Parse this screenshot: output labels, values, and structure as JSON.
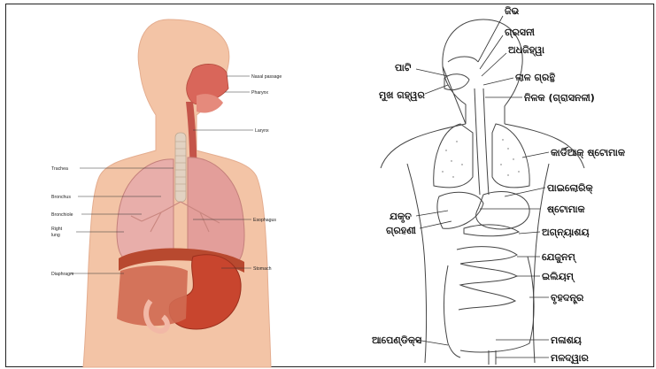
{
  "left_diagram": {
    "labels": {
      "nasal_passage": "Nasal passage",
      "pharynx": "Pharynx",
      "larynx": "Larynx",
      "trachea": "Trachea",
      "bronchus": "Bronchus",
      "bronchiole": "Bronchiole",
      "right_lung_1": "Right",
      "right_lung_2": "lung",
      "esophagus": "Esophagus",
      "diaphragm": "Diaphragm",
      "stomach": "Stomach"
    }
  },
  "right_diagram": {
    "labels": {
      "l1": "ଜିଭ",
      "l2": "ଗ୍ରସନୀ",
      "l3": "ଅଧଜିହ୍ୱା",
      "l4": "ପାଟି",
      "l5": "ଲାଳ ଗ୍ରନ୍ଥି",
      "l6": "ମୁଖ ଗହ୍ୱର",
      "l7": "ନିଳକ (ଗ୍ରାସନଳୀ)",
      "l8": "କାର୍ଡିଆକ୍ ଷ୍ଟୋମାକ",
      "l9": "ପାଇଲୋରିକ୍",
      "l10": "ଷ୍ଟୋମାକ",
      "l11": "ଯକୃତ",
      "l12": "ଗ୍ରହଣୀ",
      "l13": "ଅଗ୍ନ୍ୟାଶୟ",
      "l14": "ଯେଜୁନମ୍",
      "l15": "ଇଲିୟମ୍",
      "l16": "ବୃହଦନ୍ତ୍ର",
      "l17": "ଆପେଣ୍ଡିକ୍ସ",
      "l18": "ମଳାଶୟ",
      "l19": "ମଳଦ୍ୱାର"
    }
  },
  "colors": {
    "skin": "#f3c4a6",
    "lung": "#e7a8a4",
    "stomach": "#c8452e",
    "trachea": "#e2d2c2",
    "line": "#333333"
  }
}
